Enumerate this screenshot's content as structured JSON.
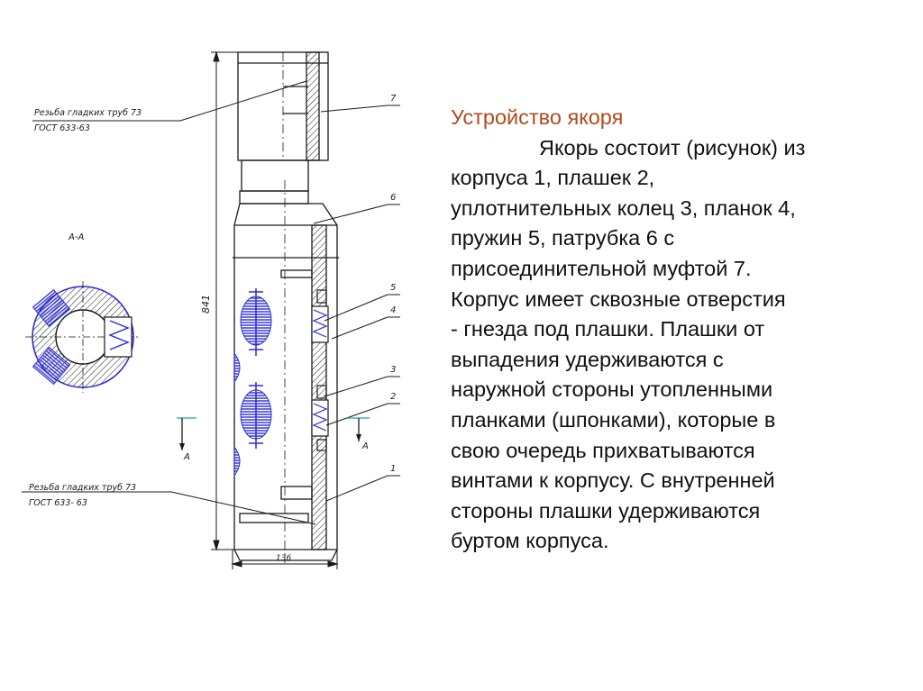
{
  "slide": {
    "title": "Устройство якоря",
    "body": "Якорь состоит (рисунок) из\nкорпуса 1, плашек 2,\nуплотнительных колец 3, планок 4,\nпружин 5, патрубка 6 с\nприсоединительной муфтой 7.\nКорпус имеет сквозные отверстия\n- гнезда под плашки. Плашки от\nвыпадения удерживаются с\nнаружной стороны утопленными\nпланками (шпонками), которые в\nсвою очередь прихватываются\nвинтами к корпусу. С внутренней\nстороны плашки удерживаются\nбуртом корпуса."
  },
  "drawing": {
    "thread_note_top": {
      "line1": "Резьба гладких труб 73",
      "line2": "ГОСТ 633-63"
    },
    "thread_note_bottom": {
      "line1": "Резьба гладких труб 73",
      "line2": "ГОСТ 633- 63"
    },
    "section_label": "А-А",
    "section_mark_left": "А",
    "section_mark_right": "А",
    "dimension_height": "841",
    "dimension_diameter": "136",
    "part_numbers": [
      "7",
      "6",
      "5",
      "4",
      "3",
      "2",
      "1"
    ],
    "colors": {
      "line": "#1a1a1a",
      "blue": "#2b2bd6",
      "teal": "#1fa59a"
    }
  }
}
